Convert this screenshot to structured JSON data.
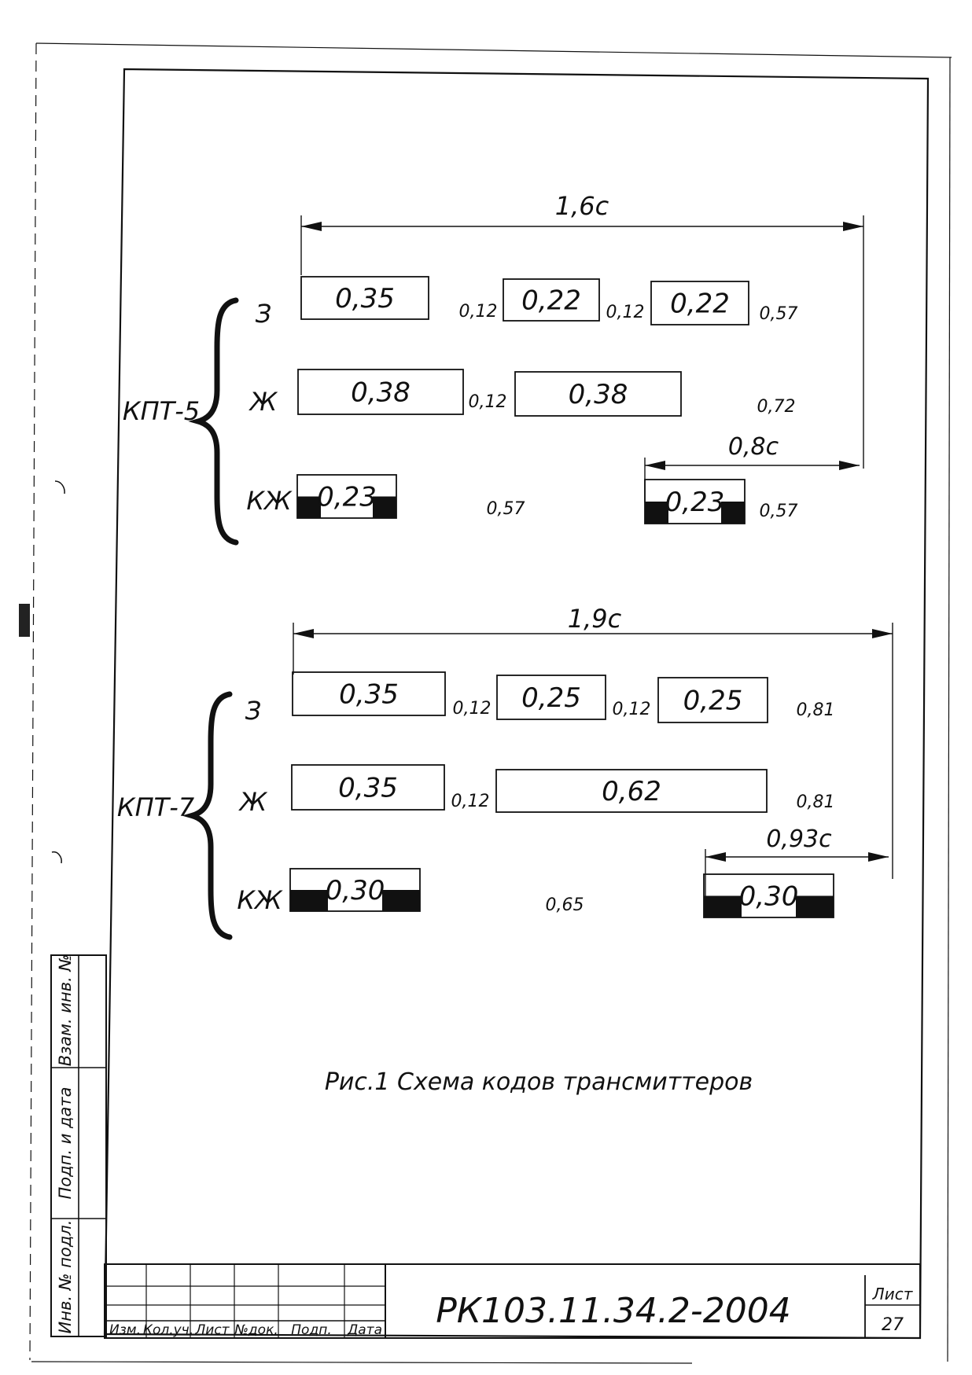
{
  "diagram": {
    "caption": "Рис.1 Схема кодов трансмиттеров",
    "groups": [
      {
        "name": "КПТ-5",
        "cycle_label": "1,6с",
        "rows": [
          {
            "label": "З",
            "boxes": [
              "0,35",
              "0,22",
              "0,22"
            ],
            "gaps": [
              "0,12",
              "0,12"
            ],
            "tail": "0,57"
          },
          {
            "label": "Ж",
            "boxes": [
              "0,38",
              "0,38"
            ],
            "gaps": [
              "0,12"
            ],
            "tail": "0,72"
          },
          {
            "label": "КЖ",
            "boxes": [
              "0,23",
              "0,23"
            ],
            "gaps": [
              "0,57"
            ],
            "tail": "0,57"
          }
        ],
        "sub_label": "0,8с"
      },
      {
        "name": "КПТ-7",
        "cycle_label": "1,9с",
        "rows": [
          {
            "label": "З",
            "boxes": [
              "0,35",
              "0,25",
              "0,25"
            ],
            "gaps": [
              "0,12",
              "0,12"
            ],
            "tail": "0,81"
          },
          {
            "label": "Ж",
            "boxes": [
              "0,35",
              "0,62"
            ],
            "gaps": [
              "0,12"
            ],
            "tail": "0,81"
          },
          {
            "label": "КЖ",
            "boxes": [
              "0,30",
              "0,30"
            ],
            "gaps": [
              "0,65"
            ],
            "tail": ""
          }
        ],
        "sub_label": "0,93с"
      }
    ]
  },
  "side_stamp": {
    "vzam": "Взам. инв. №",
    "podp": "Подп. и дата",
    "inv": "Инв. № подл."
  },
  "title_block": {
    "columns": [
      "Изм.",
      "Кол.уч.",
      "Лист",
      "№док.",
      "Подп.",
      "Дата"
    ],
    "designation": "РК103.11.34.2-2004",
    "sheet_label": "Лист",
    "sheet_number": "27"
  }
}
